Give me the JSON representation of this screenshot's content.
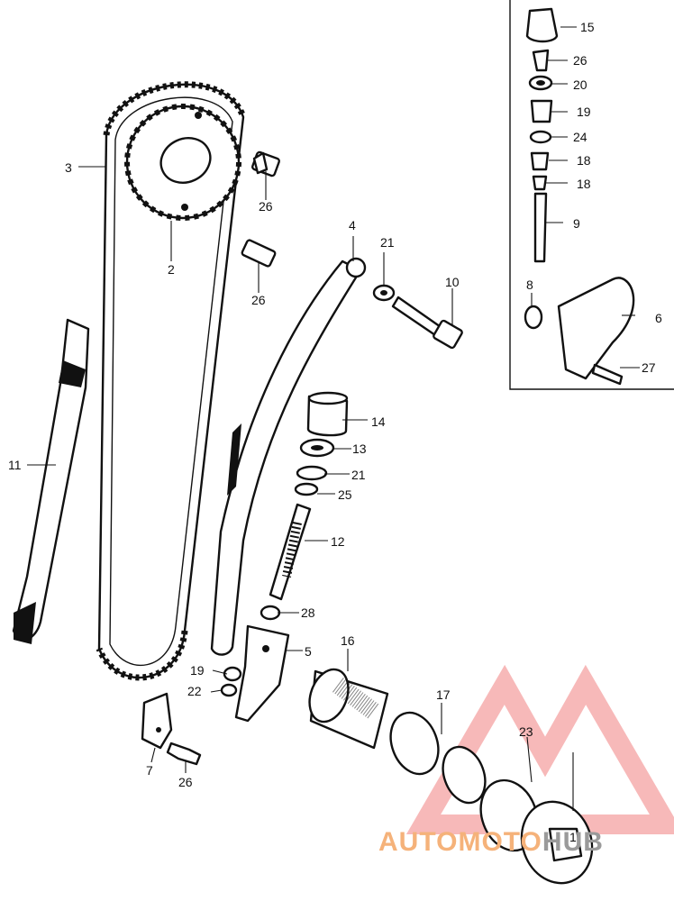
{
  "labels": {
    "p1": "1",
    "p2": "2",
    "p3": "3",
    "p4": "4",
    "p5": "5",
    "p6": "6",
    "p7": "7",
    "p8": "8",
    "p9": "9",
    "p10": "10",
    "p11": "11",
    "p12": "12",
    "p13": "13",
    "p14": "14",
    "p15": "15",
    "p16": "16",
    "p17": "17",
    "p18a": "18",
    "p18b": "18",
    "p19a": "19",
    "p19b": "19",
    "p20": "20",
    "p21a": "21",
    "p21b": "21",
    "p22": "22",
    "p23": "23",
    "p24": "24",
    "p25": "25",
    "p26a": "26",
    "p26b": "26",
    "p26c": "26",
    "p26d": "26",
    "p27": "27",
    "p28": "28"
  },
  "watermark": {
    "brand": "AUTOMOTO",
    "suffix": "HUB",
    "accent": "#f08080",
    "suffix_color": "#9a9a9a"
  },
  "colors": {
    "ink": "#111111",
    "paper": "#ffffff"
  }
}
